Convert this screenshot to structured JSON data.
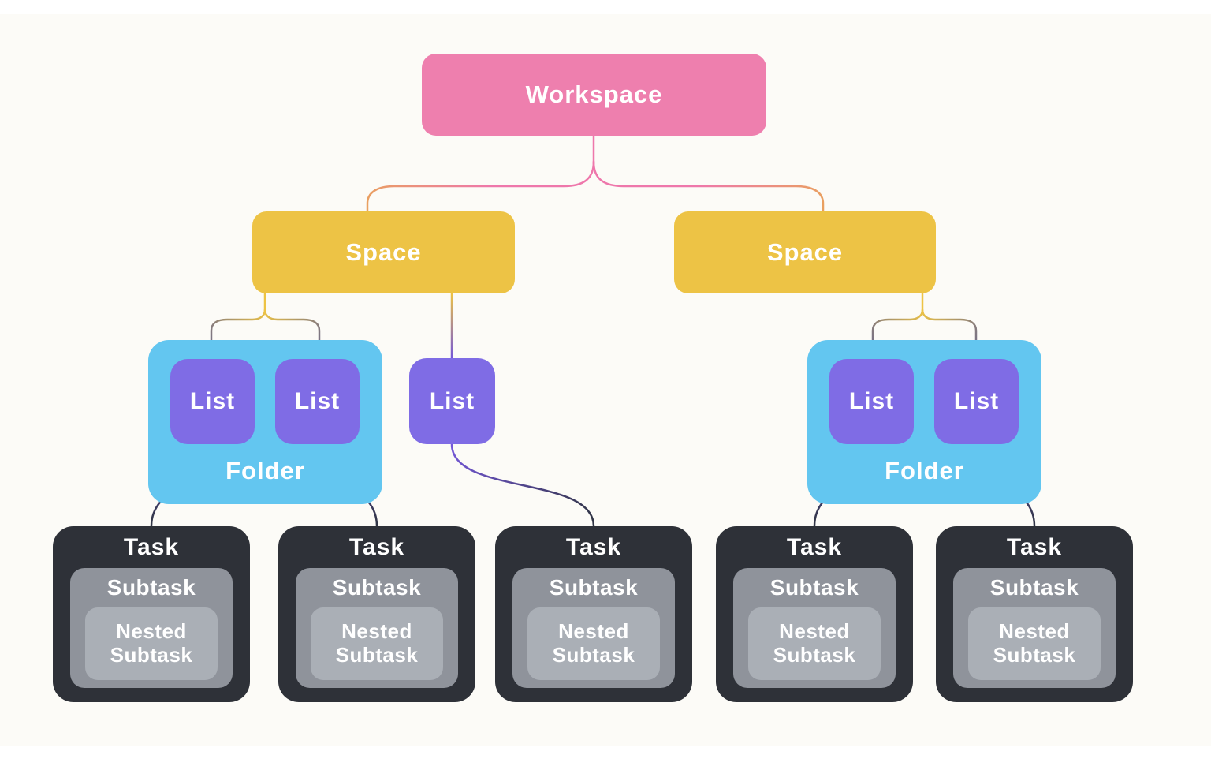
{
  "palette": {
    "background": "#fcfbf7",
    "workspace": "#ee7fae",
    "space": "#edc345",
    "folder": "#63c6f0",
    "list": "#7f6ce5",
    "task": "#2e3138",
    "subtask": "#8f939b",
    "nested_subtask": "#aaafb6",
    "text": "#ffffff",
    "connector_pink": "#ee77ab",
    "connector_orange": "#e9a05f",
    "connector_yellow": "#edc345",
    "connector_gray": "#7a7384",
    "connector_purple": "#7457d8",
    "connector_dark": "#2f3442"
  },
  "nodes": {
    "workspace": {
      "label": "Workspace"
    },
    "spaces": [
      {
        "label": "Space"
      },
      {
        "label": "Space"
      }
    ],
    "folders": [
      {
        "label": "Folder"
      },
      {
        "label": "Folder"
      }
    ],
    "lists": [
      {
        "label": "List"
      },
      {
        "label": "List"
      },
      {
        "label": "List"
      },
      {
        "label": "List"
      },
      {
        "label": "List"
      }
    ],
    "tasks": [
      {
        "title": "Task",
        "subtask_label": "Subtask",
        "nested_subtask_label": "Nested Subtask"
      },
      {
        "title": "Task",
        "subtask_label": "Subtask",
        "nested_subtask_label": "Nested Subtask"
      },
      {
        "title": "Task",
        "subtask_label": "Subtask",
        "nested_subtask_label": "Nested Subtask"
      },
      {
        "title": "Task",
        "subtask_label": "Subtask",
        "nested_subtask_label": "Nested Subtask"
      },
      {
        "title": "Task",
        "subtask_label": "Subtask",
        "nested_subtask_label": "Nested Subtask"
      }
    ]
  }
}
